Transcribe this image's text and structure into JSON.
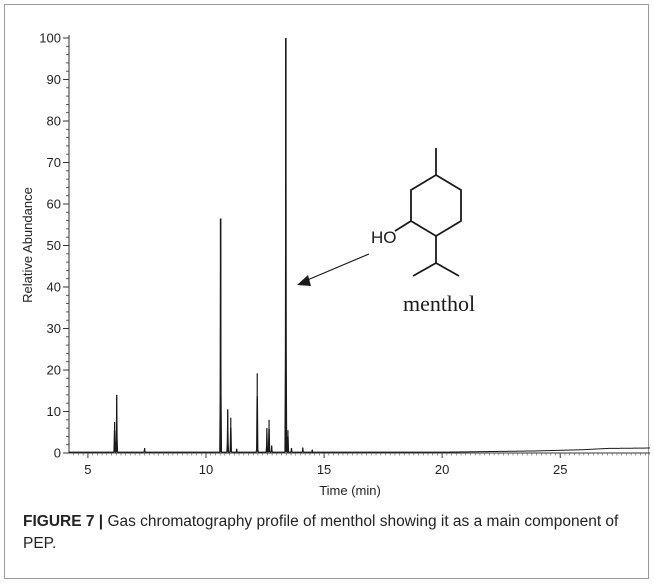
{
  "chart_data": {
    "type": "line",
    "xlabel": "Time (min)",
    "ylabel": "Relative Abundance",
    "xlim": [
      4.2,
      28.8
    ],
    "ylim": [
      0,
      100
    ],
    "x_ticks": [
      5,
      10,
      15,
      20,
      25
    ],
    "y_ticks": [
      0,
      10,
      20,
      30,
      40,
      50,
      60,
      70,
      80,
      90,
      100
    ],
    "grid": false,
    "series": [
      {
        "peaks": [
          {
            "x": 6.13,
            "y": 7.5
          },
          {
            "x": 6.22,
            "y": 14
          },
          {
            "x": 7.4,
            "y": 1.2
          },
          {
            "x": 10.62,
            "y": 56.5
          },
          {
            "x": 10.92,
            "y": 10.5
          },
          {
            "x": 11.05,
            "y": 8.5
          },
          {
            "x": 11.3,
            "y": 1.0
          },
          {
            "x": 12.17,
            "y": 19.2
          },
          {
            "x": 12.58,
            "y": 6.0
          },
          {
            "x": 12.67,
            "y": 8.0
          },
          {
            "x": 12.78,
            "y": 1.8
          },
          {
            "x": 13.38,
            "y": 100
          },
          {
            "x": 13.47,
            "y": 5.5
          },
          {
            "x": 13.62,
            "y": 1.2
          },
          {
            "x": 14.1,
            "y": 1.3
          },
          {
            "x": 14.5,
            "y": 0.8
          }
        ],
        "baseline_drift": [
          [
            4.2,
            0.2
          ],
          [
            20,
            0.2
          ],
          [
            24,
            0.5
          ],
          [
            26,
            0.8
          ],
          [
            27,
            1.1
          ],
          [
            28.8,
            1.2
          ]
        ]
      }
    ],
    "annotation": {
      "label": "menthol",
      "hydroxyl_label": "HO",
      "points_to_x": 13.38
    }
  },
  "caption": {
    "label": "FIGURE 7 |",
    "text": " Gas chromatography profile of menthol showing it as a main component of PEP."
  },
  "colors": {
    "trace": "#1a1a1a",
    "axis": "#333333",
    "text": "#222222"
  }
}
